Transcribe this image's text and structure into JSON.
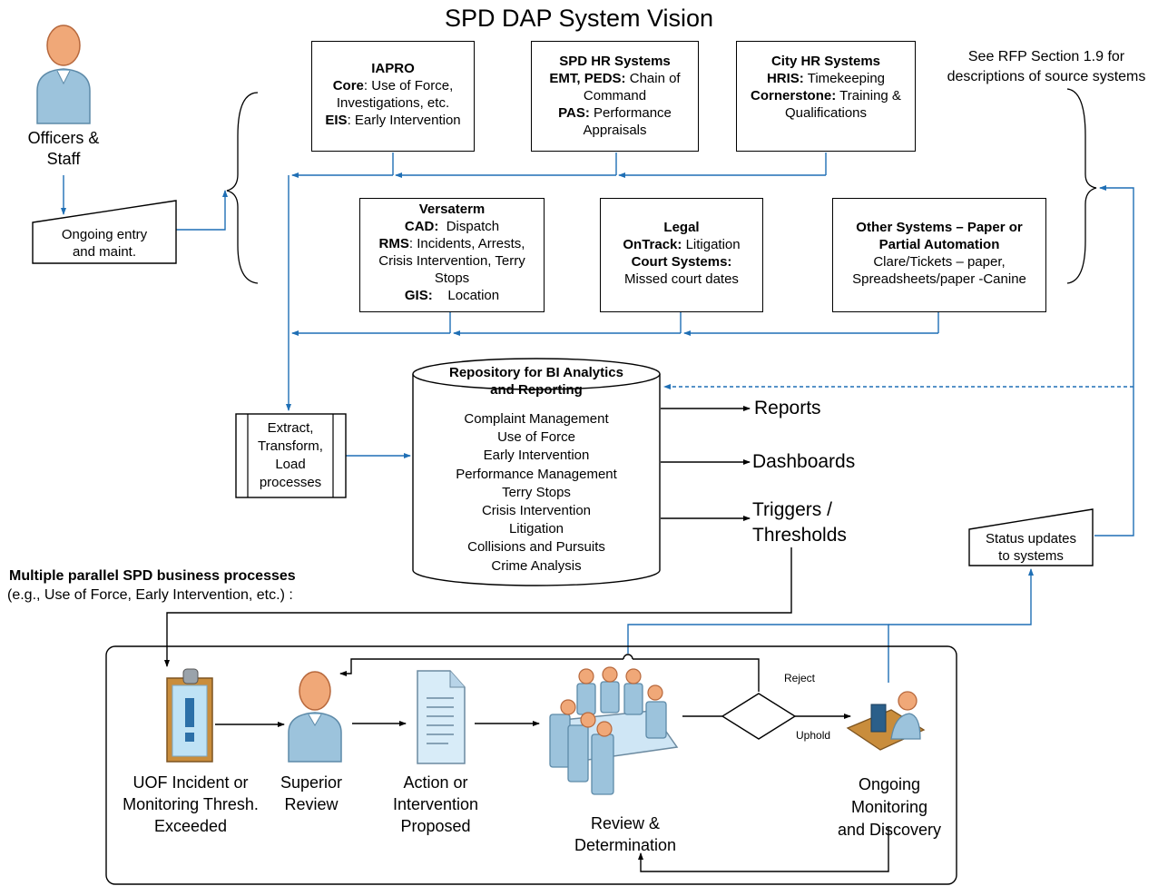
{
  "title": "SPD DAP System Vision",
  "rfp_note": [
    "See RFP Section 1.9 for",
    "descriptions of source systems"
  ],
  "officers": {
    "line1": "Officers &",
    "line2": "Staff"
  },
  "ongoing_entry": {
    "line1": "Ongoing entry",
    "line2": "and maint."
  },
  "iapro": {
    "title": "IAPRO",
    "core_key": "Core",
    "core_val1": ": Use of Force,",
    "core_val2": "Investigations, etc.",
    "eis_key": "EIS",
    "eis_val": ": Early Intervention"
  },
  "spd_hr": {
    "title": "SPD HR Systems",
    "emt_key": "EMT, PEDS:",
    "emt_val1": " Chain of",
    "emt_val2": "Command",
    "pas_key": "PAS:",
    "pas_val1": " Performance",
    "pas_val2": "Appraisals"
  },
  "city_hr": {
    "title": "City HR Systems",
    "hris_key": "HRIS:",
    "hris_val": " Timekeeping",
    "corn_key": "Cornerstone:",
    "corn_val1": " Training &",
    "corn_val2": "Qualifications"
  },
  "versaterm": {
    "title": "Versaterm",
    "cad_key": "CAD:",
    "cad_val": "  Dispatch",
    "rms_key": "RMS",
    "rms_val1": ": Incidents, Arrests,",
    "rms_val2": "Crisis Intervention, Terry",
    "rms_val3": "Stops",
    "gis_key": "GIS:",
    "gis_val": "    Location"
  },
  "legal": {
    "title": "Legal",
    "ontrack_key": "OnTrack:",
    "ontrack_val": " Litigation",
    "court_key": "Court Systems:",
    "court_val": "Missed court dates"
  },
  "other": {
    "title1": "Other Systems – Paper or",
    "title2": "Partial Automation",
    "line1": "Clare/Tickets – paper,",
    "line2": "Spreadsheets/paper -Canine"
  },
  "etl": [
    "Extract,",
    "Transform,",
    "Load",
    "processes"
  ],
  "repository": {
    "title1": "Repository for BI Analytics",
    "title2": "and Reporting",
    "items": [
      "Complaint Management",
      "Use of Force",
      "Early Intervention",
      "Performance Management",
      "Terry Stops",
      "Crisis Intervention",
      "Litigation",
      "Collisions and Pursuits",
      "Crime Analysis"
    ]
  },
  "outputs": {
    "reports": "Reports",
    "dashboards": "Dashboards",
    "triggers1": "Triggers /",
    "triggers2": "Thresholds"
  },
  "status_updates": {
    "line1": "Status updates",
    "line2": "to systems"
  },
  "processes": {
    "heading": "Multiple parallel SPD business processes",
    "sub": "(e.g., Use of Force, Early Intervention, etc.) :"
  },
  "steps": {
    "uof": [
      "UOF Incident or",
      "Monitoring Thresh.",
      "Exceeded"
    ],
    "superior": [
      "Superior",
      "Review"
    ],
    "action": [
      "Action or",
      "Intervention",
      "Proposed"
    ],
    "review": [
      "Review &",
      "Determination"
    ],
    "monitoring": [
      "Ongoing",
      "Monitoring",
      "and Discovery"
    ]
  },
  "decision": {
    "reject": "Reject",
    "uphold": "Uphold"
  }
}
